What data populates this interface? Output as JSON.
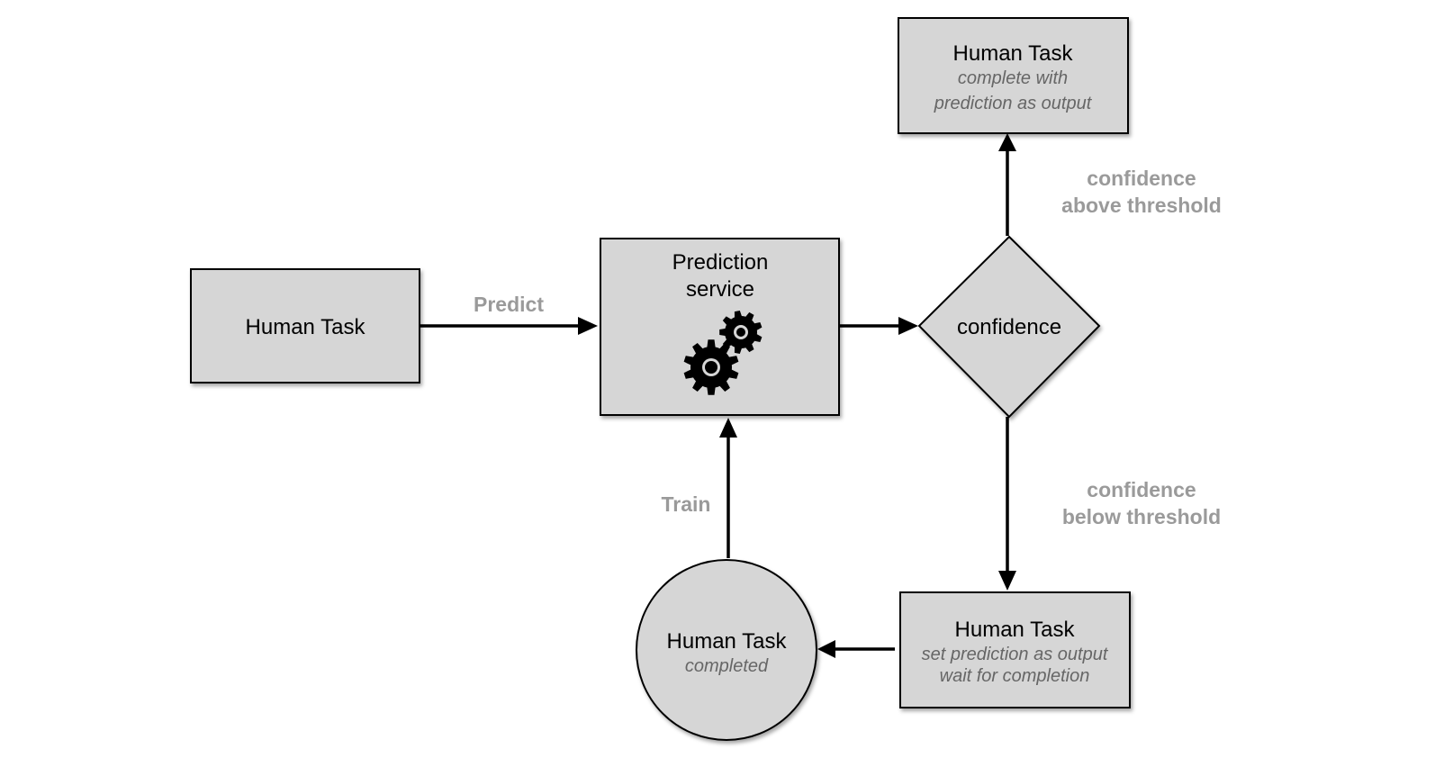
{
  "nodes": {
    "start_task": {
      "title": "Human Task"
    },
    "prediction_service": {
      "title_lines": [
        "Prediction",
        "service"
      ],
      "icon": "gears-icon"
    },
    "confidence_gateway": {
      "title": "confidence"
    },
    "auto_complete_task": {
      "title": "Human Task",
      "sub_lines": [
        "complete with",
        "prediction as output"
      ]
    },
    "manual_task": {
      "title": "Human Task",
      "sub_lines": [
        "set prediction as output",
        "wait for completion"
      ]
    },
    "completed_task": {
      "title": "Human Task",
      "sub_lines": [
        "completed"
      ]
    }
  },
  "edges": {
    "predict": {
      "label": "Predict"
    },
    "above": {
      "label_lines": [
        "confidence",
        "above threshold"
      ]
    },
    "below": {
      "label_lines": [
        "confidence",
        "below threshold"
      ]
    },
    "train": {
      "label": "Train"
    }
  },
  "colors": {
    "node_fill": "#d6d6d6",
    "label_gray": "#9a9a9a",
    "subtitle_gray": "#666666"
  }
}
